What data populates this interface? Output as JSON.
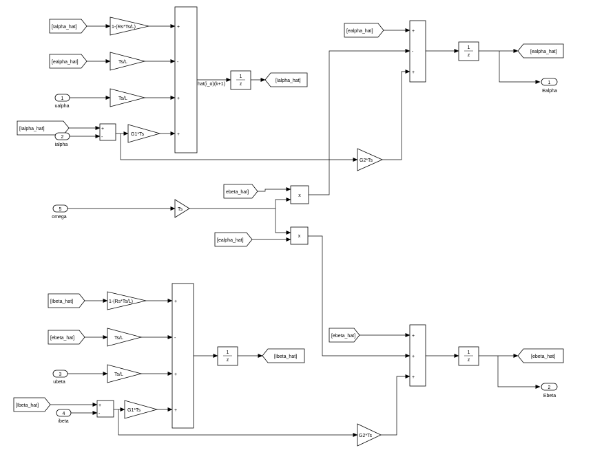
{
  "goto_tags": {
    "ialpha_hat_top": "[Ialpha_hat]",
    "ialpha_hat_left": "[Ialpha_hat]",
    "ealpha_hat_in1": "[ealpha_hat]",
    "ealpha_hat_in2": "[ealpha_hat]",
    "ealpha_hat_in3": "[ealpha_hat]",
    "ebeta_hat_in1": "[ebeta_hat]",
    "ebeta_hat_in2": "ebeta_hat]",
    "ebeta_hat_in3": "[ebeta_hat]",
    "ibeta_hat_top": "[Ibeta_hat]",
    "ibeta_hat_left": "[Ibeta_hat]",
    "ialpha_hat_out": "[Ialpha_hat]",
    "ibeta_hat_out": "[Ibeta_hat]",
    "ealpha_hat_out": "[ealpha_hat]",
    "ebeta_hat_out": "[ebeta_hat]"
  },
  "ports": {
    "ualpha_num": "1",
    "ualpha_label": "ualpha",
    "ialpha_num": "2",
    "ialpha_label": "ialpha",
    "omega_num": "5",
    "omega_label": "omega",
    "ubeta_num": "3",
    "ubeta_label": "ubeta",
    "ibeta_num": "4",
    "ibeta_label": "ibeta",
    "ealpha_out_num": "1",
    "ealpha_out_label": "Ealpha",
    "ebeta_out_num": "2",
    "ebeta_out_label": "Ebeta"
  },
  "gains": {
    "rs_a": "1-(Rs*Ts/L)",
    "tsl_a1": "Ts/L",
    "tsl_a2": "Ts/L",
    "g1_a": "G1*Ts",
    "g2_a": "G2*Ts",
    "ts": "Ts",
    "rs_b": "1-(Rs*Ts/L)",
    "tsl_b1": "Ts/L",
    "tsl_b2": "Ts/L",
    "g1_b": "G1*Ts",
    "g2_b": "G2*Ts"
  },
  "sum_signs": {
    "big_a": [
      "+",
      "-",
      "+",
      "+"
    ],
    "big_b": [
      "+",
      "-",
      "+",
      "+"
    ],
    "small_a": [
      "+",
      "-"
    ],
    "small_b": [
      "+",
      "-"
    ],
    "e_alpha": [
      "+",
      "-",
      "+"
    ],
    "e_beta": [
      "+",
      "+",
      "+"
    ]
  },
  "products": {
    "p1": "x",
    "p2": "x"
  },
  "delay": {
    "num": "1",
    "den": "z"
  },
  "signal_label": "hat(i_α)(k+1)"
}
